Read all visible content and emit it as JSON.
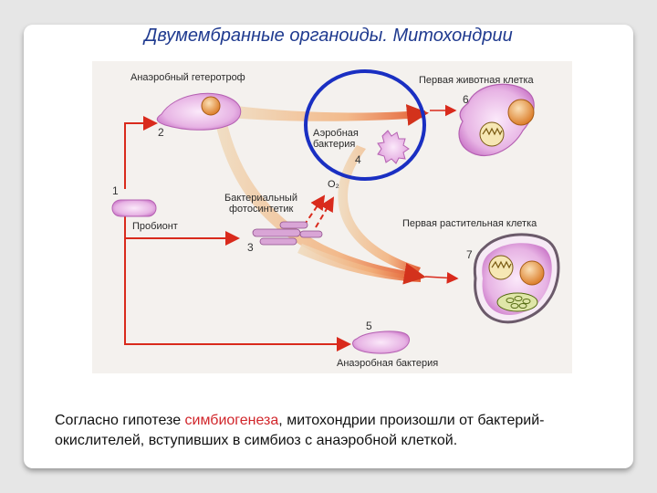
{
  "slide": {
    "title": "Двумембранные органоиды. Митохондрии"
  },
  "diagram": {
    "labels": {
      "anaerobic_heterotroph": "Анаэробный гетеротроф",
      "first_animal_cell": "Первая животная клетка",
      "aerobic_bacterium_line1": "Аэробная",
      "aerobic_bacterium_line2": "бактерия",
      "bacterial_line1": "Бактериальный",
      "bacterial_line2": "фотосинтетик",
      "first_plant_cell": "Первая растительная клетка",
      "probiont": "Пробионт",
      "anaerobic_bacterium": "Анаэробная бактерия",
      "oxygen": "O₂"
    },
    "numbers": {
      "n1": "1",
      "n2": "2",
      "n3": "3",
      "n4": "4",
      "n5": "5",
      "n6": "6",
      "n7": "7"
    },
    "colors": {
      "arrow_red": "#d92a1c",
      "highlight_circle": "#1a2fc2",
      "cell_pink": "#d98fd6",
      "nucleus_orange": "#e0872d"
    }
  },
  "caption": {
    "before": "Согласно гипотезе ",
    "highlight": "симбиогенеза",
    "after": ", митохондрии произошли от бактерий-окислителей, вступивших в симбиоз с анаэробной клеткой."
  }
}
